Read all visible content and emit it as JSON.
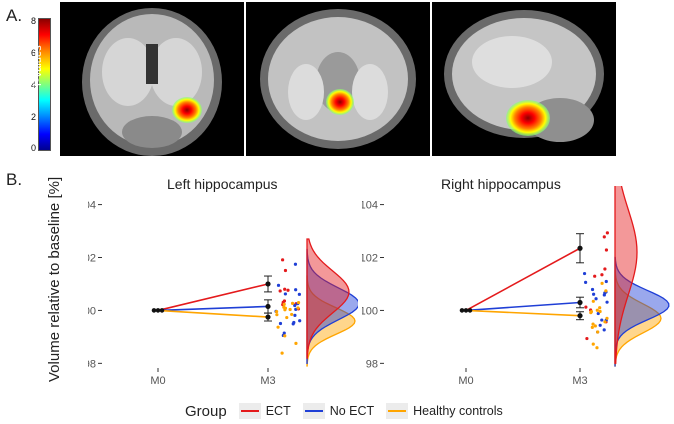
{
  "panel_a": {
    "letter": "A.",
    "colorbar": {
      "title": "T-Values",
      "ticks": [
        "8",
        "6",
        "4",
        "2",
        "0"
      ]
    },
    "views": [
      "coronal",
      "axial",
      "sagittal"
    ]
  },
  "panel_b": {
    "letter": "B.",
    "ylabel": "Volume relative to baseline [%]"
  },
  "colors": {
    "ECT": "#e41a1c",
    "No ECT": "#1f3fd6",
    "Healthy controls": "#ffa500"
  },
  "legend": {
    "title": "Group",
    "items": [
      "ECT",
      "No ECT",
      "Healthy controls"
    ]
  },
  "chart_data": [
    {
      "type": "line",
      "title": "Left hippocampus",
      "categories": [
        "M0",
        "M3"
      ],
      "yticks": [
        98,
        100,
        102,
        104
      ],
      "ylim": [
        97.9,
        104.4
      ],
      "series": [
        {
          "name": "ECT",
          "values": [
            100,
            101.0
          ],
          "err": [
            0,
            0.3
          ]
        },
        {
          "name": "No ECT",
          "values": [
            100,
            100.15
          ],
          "err": [
            0,
            0.25
          ]
        },
        {
          "name": "Healthy controls",
          "values": [
            100,
            99.75
          ],
          "err": [
            0,
            0.15
          ]
        }
      ]
    },
    {
      "type": "line",
      "title": "Right hippocampus",
      "categories": [
        "M0",
        "M3"
      ],
      "yticks": [
        98,
        100,
        102,
        104
      ],
      "ylim": [
        97.9,
        104.4
      ],
      "series": [
        {
          "name": "ECT",
          "values": [
            100,
            102.35
          ],
          "err": [
            0,
            0.55
          ]
        },
        {
          "name": "No ECT",
          "values": [
            100,
            100.3
          ],
          "err": [
            0,
            0.2
          ]
        },
        {
          "name": "Healthy controls",
          "values": [
            100,
            99.8
          ],
          "err": [
            0,
            0.15
          ]
        }
      ]
    }
  ]
}
